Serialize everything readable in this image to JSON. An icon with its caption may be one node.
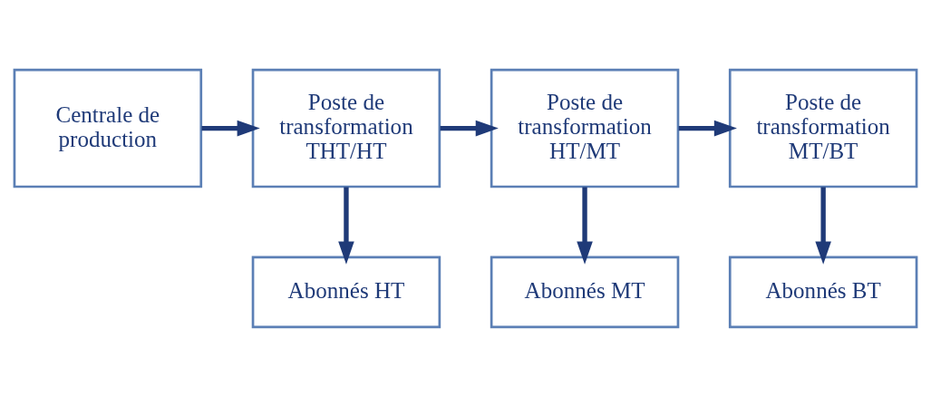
{
  "diagram": {
    "nodes": [
      {
        "text": [
          "Centrale de production"
        ]
      },
      {
        "text": [
          "Poste de transformation THT/HT"
        ]
      },
      {
        "text": [
          "Poste de transformation HT/MT"
        ]
      },
      {
        "text": [
          "Poste de transformation MT/BT"
        ]
      },
      {
        "text": [
          "Abonnés HT"
        ]
      },
      {
        "text": [
          "Abonnés MT"
        ]
      },
      {
        "text": [
          "Abonnés BT"
        ]
      }
    ],
    "edges": [
      {
        "from": 0,
        "to": 1,
        "arrow": "to"
      },
      {
        "from": 1,
        "to": 2,
        "arrow": "to"
      },
      {
        "from": 1,
        "to": 4,
        "arrow": "to"
      },
      {
        "from": 2,
        "to": 3,
        "arrow": "to"
      },
      {
        "from": 2,
        "to": 5,
        "arrow": "to"
      },
      {
        "from": 3,
        "to": 6,
        "arrow": "to"
      }
    ]
  }
}
